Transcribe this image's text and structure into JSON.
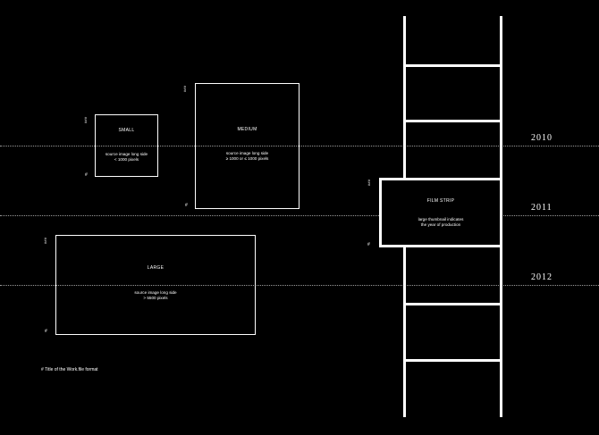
{
  "boxes": {
    "small": {
      "title": "SMALL",
      "description": "source image long side\n< 1000 pixels",
      "tag": "###",
      "marker": "#"
    },
    "medium": {
      "title": "MEDIUM",
      "description": "source image long side\n≥ 1000 or ≤ 1000 pixels",
      "tag": "###",
      "marker": "#"
    },
    "large": {
      "title": "LARGE",
      "description": "source image long side\n> 5500 pixels",
      "tag": "###",
      "marker": "#"
    },
    "filmstrip": {
      "title": "FILM STRIP",
      "description": "large thumbnail indicates\nthe year of production",
      "tag": "###",
      "marker": "#"
    }
  },
  "timeline": {
    "years": [
      "2010",
      "2011",
      "2012"
    ]
  },
  "footnote": {
    "marker": "#",
    "text": "Title of the Work.file format"
  },
  "colors": {
    "background": "#000000",
    "foreground": "#ffffff",
    "guide": "#9a9a9a"
  }
}
